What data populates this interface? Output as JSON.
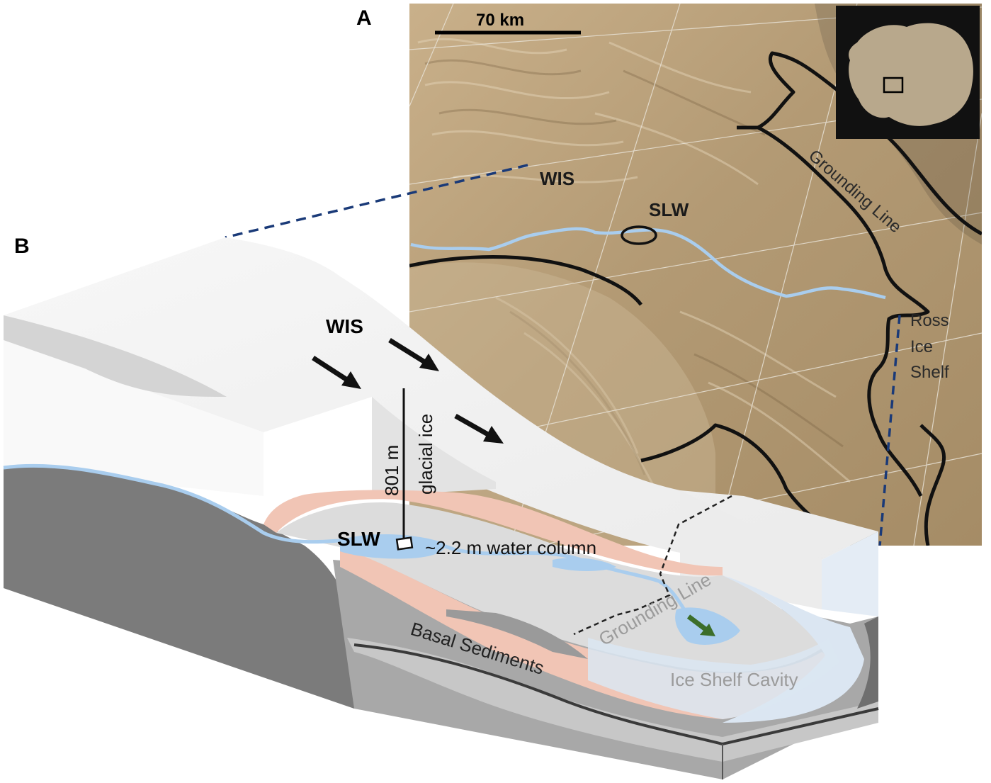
{
  "panels": {
    "a_label": "A",
    "b_label": "B"
  },
  "map": {
    "scale_bar": "70 km",
    "wis": "WIS",
    "slw": "SLW",
    "grounding_line": "Grounding Line",
    "ross_line1": "Ross",
    "ross_line2": "Ice",
    "ross_line3": "Shelf"
  },
  "diagram": {
    "wis": "WIS",
    "slw": "SLW",
    "depth": "801 m",
    "ice": "glacial ice",
    "water": "~2.2 m water column",
    "grounding_line": "Grounding Line",
    "cavity": "Ice Shelf Cavity",
    "sediments": "Basal Sediments"
  },
  "colors": {
    "map_tan": "#b39a74",
    "water_blue": "#a9cdee",
    "ice_white": "#f4f4f4",
    "rock_dark": "#7b7b7b",
    "sediment_pink": "#f1c5b5",
    "flow_arrow_green": "#3c6e2a"
  }
}
